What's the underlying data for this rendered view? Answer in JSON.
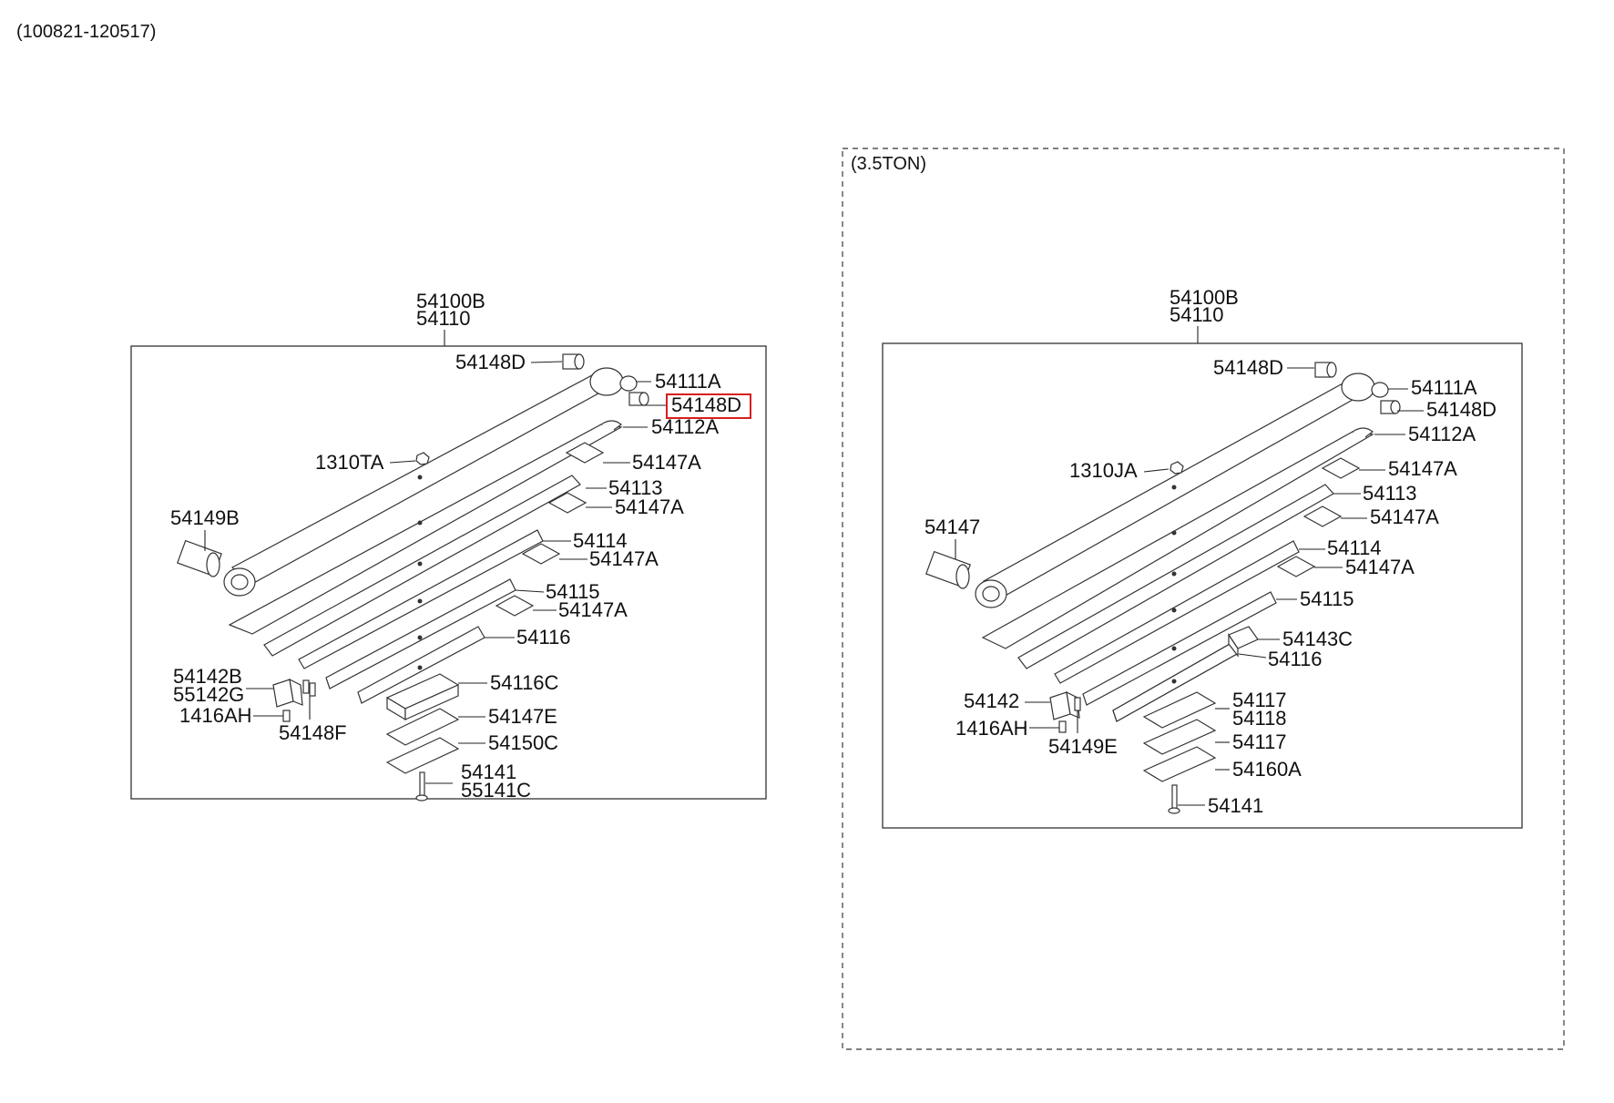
{
  "doc_code": "(100821-120517)",
  "left_panel": {
    "assembly_labels": [
      "54100B",
      "54110"
    ],
    "callouts": {
      "c_54148d_top": "54148D",
      "c_54111a": "54111A",
      "c_54148d_right": "54148D",
      "c_54112a": "54112A",
      "c_1310ta": "1310TA",
      "c_54147a_1": "54147A",
      "c_54113": "54113",
      "c_54149b": "54149B",
      "c_54147a_2": "54147A",
      "c_54114": "54114",
      "c_54147a_3": "54147A",
      "c_54115": "54115",
      "c_54147a_4": "54147A",
      "c_54116": "54116",
      "c_54142b": "54142B",
      "c_55142g": "55142G",
      "c_54116c": "54116C",
      "c_1416ah": "1416AH",
      "c_54147e": "54147E",
      "c_54148f": "54148F",
      "c_54150c": "54150C",
      "c_54141": "54141",
      "c_55141c": "55141C"
    },
    "highlighted_part": "54148D"
  },
  "right_panel": {
    "variant_label": "(3.5TON)",
    "assembly_labels": [
      "54100B",
      "54110"
    ],
    "callouts": {
      "c_54148d_top": "54148D",
      "c_54111a": "54111A",
      "c_54148d_right": "54148D",
      "c_54112a": "54112A",
      "c_1310ja": "1310JA",
      "c_54147a_1": "54147A",
      "c_54147": "54147",
      "c_54113": "54113",
      "c_54147a_2": "54147A",
      "c_54114": "54114",
      "c_54147a_3": "54147A",
      "c_54115": "54115",
      "c_54143c": "54143C",
      "c_54116": "54116",
      "c_54142": "54142",
      "c_54117_1": "54117",
      "c_54118": "54118",
      "c_1416ah": "1416AH",
      "c_54149e": "54149E",
      "c_54117_2": "54117",
      "c_54160a": "54160A",
      "c_54141": "54141"
    }
  },
  "colors": {
    "highlight": "#d81e1e",
    "line": "#333333",
    "text": "#111111"
  }
}
